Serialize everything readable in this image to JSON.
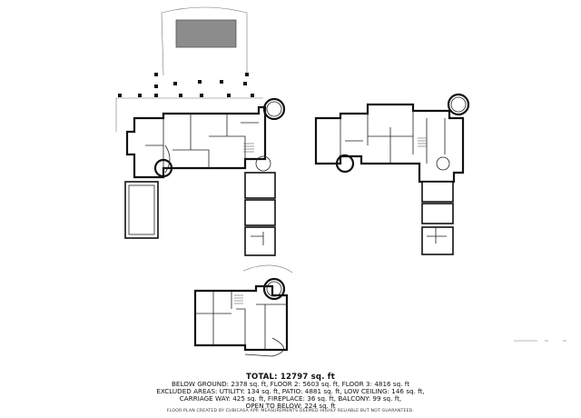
{
  "summary": {
    "total": "TOTAL: 12797 sq. ft",
    "line1": "BELOW GROUND: 2378 sq. ft, FLOOR 2: 5603 sq. ft, FLOOR 3: 4816 sq. ft",
    "line2": "EXCLUDED AREAS: UTILITY: 134 sq. ft, PATIO: 4881 sq. ft, LOW CEILING: 146 sq. ft,",
    "line3": "CARRIAGE WAY: 425 sq. ft, FIREPLACE: 36 sq. ft, BALCONY: 99 sq. ft,",
    "line4": "OPEN TO BELOW: 224 sq. ft"
  },
  "footer": "FLOOR PLAN CREATED BY CUBICASA APP. MEASUREMENTS DEEMED HIGHLY RELIABLE BUT NOT GUARANTEED."
}
